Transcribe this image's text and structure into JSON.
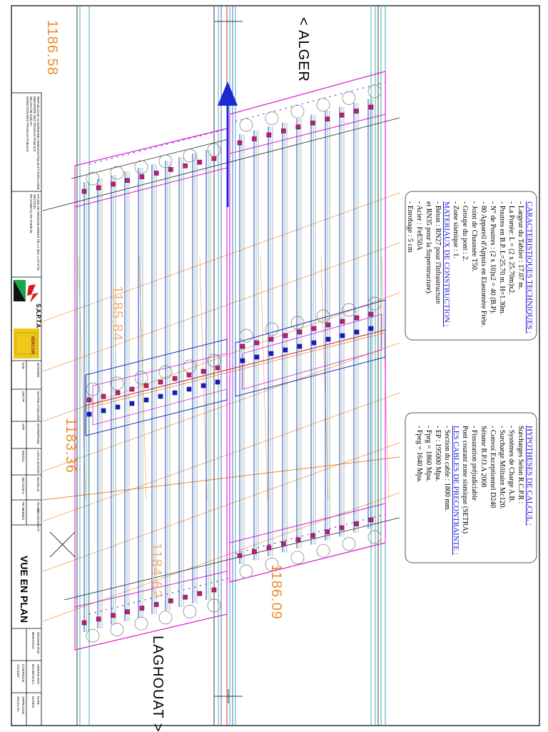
{
  "directions": {
    "north": "ALGER",
    "south": "LAGHOUAT"
  },
  "elevations": [
    "1186.58",
    "1185.84",
    "1183.36",
    "1184.62",
    "1186.09"
  ],
  "tech_box": {
    "title1": "CARACTERISTIQUES TECHNIQUES :",
    "lines1": [
      "- Largeur du Tablier : 17.07 m.",
      "- La Portée: L = (2 x 25.70m)x2.",
      "- Poutres en B.P. L=25.70 m. H=1.30m.",
      "- N° de Poutres : (2 x 10)x2 = 40 (B.P).",
      "- 80 Appareil d'Appuis en Elastomère Fréte.",
      "- Joint de Chaussée T50.",
      "- Groupe du pont : 2.",
      "- Zone sismique : 1."
    ],
    "title2": "MATERIAUX DE CONSTRUCTION :",
    "lines2": [
      "- Béton : RN27 pour l'Infrastructure",
      "  et RN35 pour la Superstructure).",
      "- Acier : FeE50A",
      "- Enrobage : 5 cm"
    ]
  },
  "calc_box": {
    "title1": "HYPOTHESES DE CALCUL :",
    "lines1": [
      "Surcharges  Selon R.C.P.R :",
      "- Systémes de Charge A.B.",
      "- Surcharge Militaire Mc120.",
      "- Convoi Exceptionnel D240",
      "    Séisme R.P.O.A 2008",
      "  - Fissuration préjudiciable",
      "Pont courant zone sismique (SETRA)"
    ],
    "title2": "LES CABLES DE PRECONTRAINTE :",
    "lines2": [
      "- Section du cable : 1800 mm.",
      "- EP : 195000 Mpa.",
      "- Fprg = 1860 Mpa.",
      "- Fpeg = 1640 Mpa."
    ]
  },
  "title_block": {
    "header_lines": [
      "REPUBLIQUE ALGERIENNE DEMOCRATIQUE ET POPULAIRE",
      "MINISTERE DES TRAVAUX PUBLICS",
      "WILAYA DE DJELFA",
      "DIRECTION DES TRAVAUX PUBLICS"
    ],
    "project_lines": [
      "ETUDE DE DEDOUBLEMENT DE LA RN1 LOT N°02",
      "SECTION :",
      "PK 0+000 AU PK 0+840.25"
    ],
    "company": "S.A.P.T.A",
    "company_sub": "VERCOR",
    "meta_labels": [
      "DOSSIER",
      "MAITRE D'OEUVRE",
      "ENTREPRISE",
      "LOCALISATION",
      "ECHELLE",
      "PHASE",
      "REV.",
      "DESSIN N°"
    ],
    "meta_values": [
      "EXE",
      "DIR.TP",
      "APR",
      "ENGOA",
      "SECTION A",
      "PK 0+000",
      "1",
      "1/2"
    ],
    "drawing_title": "VUE EN PLAN",
    "sign_labels": [
      "DESSINE PAR :",
      "VERIFIE PAR :",
      "DATE :"
    ],
    "sign_values": [
      "BENHADJA",
      "BOUMAKHLA",
      "01/2022"
    ],
    "sign_labels2": [
      "CONTROLE :",
      "APPROUVE :"
    ],
    "sign_values2": [
      "YOUCEF",
      "SOUALAH"
    ]
  },
  "colors": {
    "road_lines": "#2aa7b0",
    "beams": "#1a2ab0",
    "axis": "#d91a1a",
    "deck": "#d81ad8",
    "grid": "#f08a2a",
    "text_blue": "#1a1ad0",
    "logo_green": "#1aa84a",
    "logo_red": "#d81a1a",
    "logo_yellow": "#f0c81a"
  }
}
